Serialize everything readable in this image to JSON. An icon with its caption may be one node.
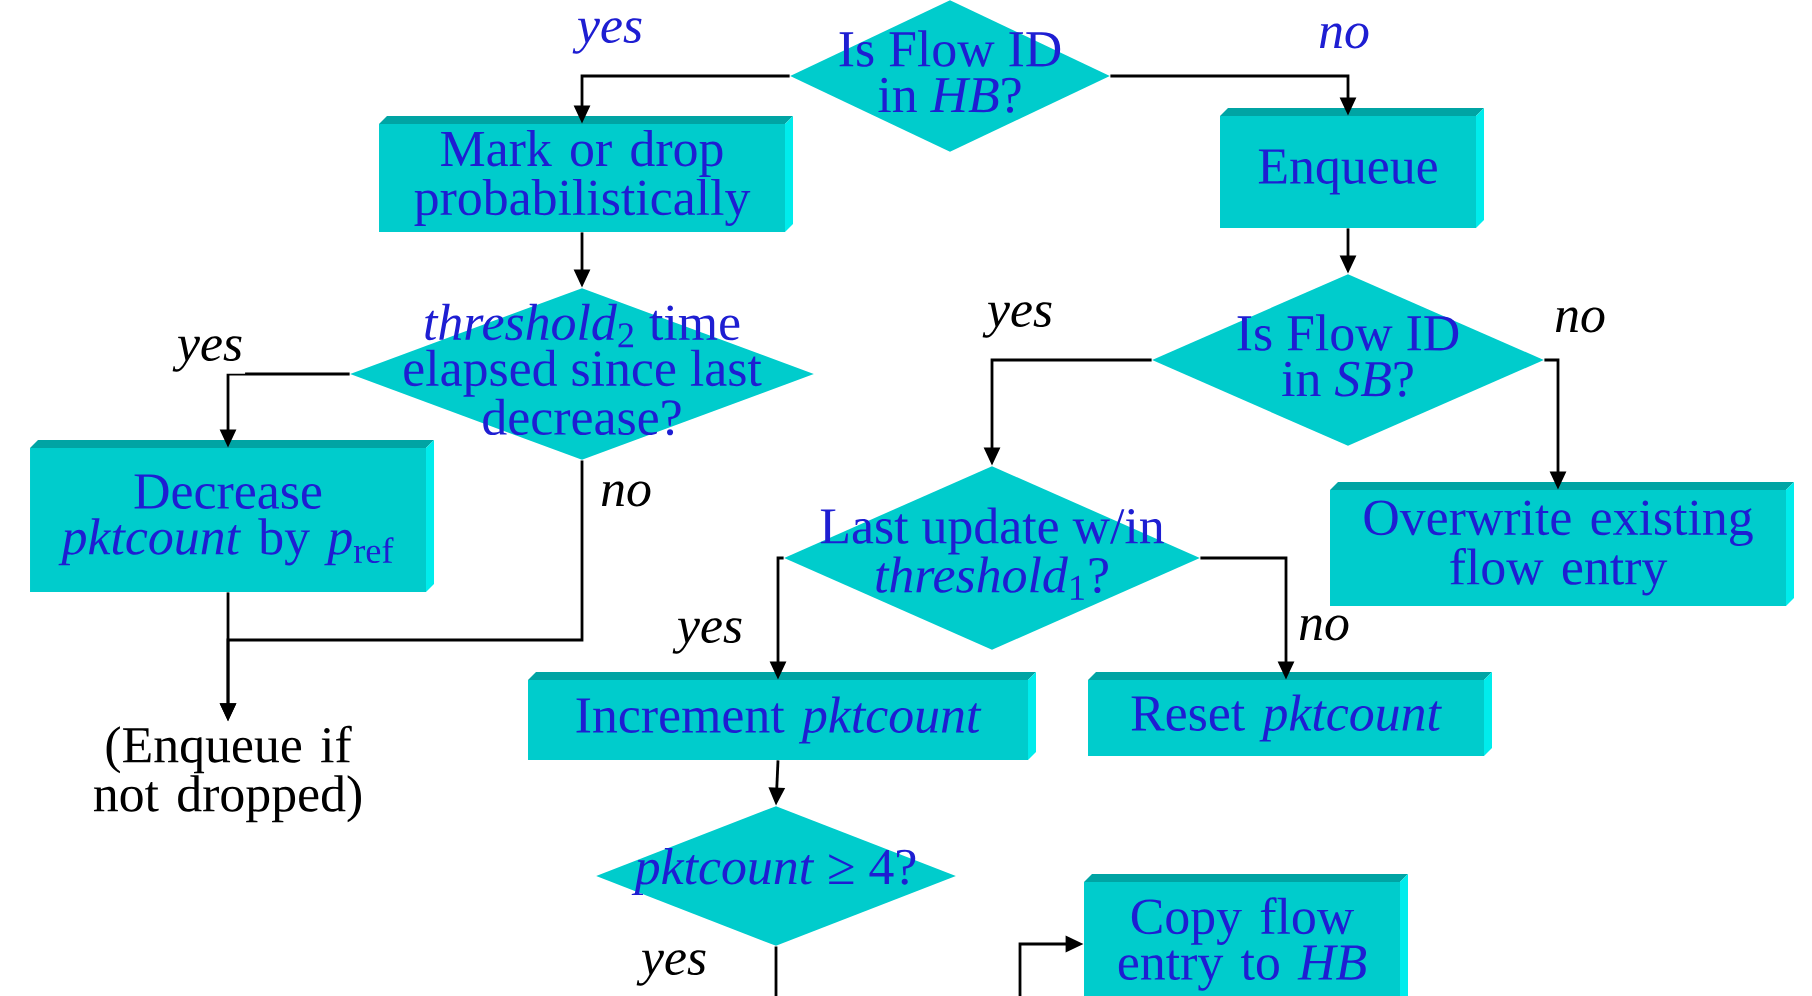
{
  "diagram": {
    "nodes": [
      {
        "text": [
          "Is Flow ID in *HB*?"
        ]
      },
      {
        "text": [
          "Mark or drop probabilistically"
        ]
      },
      {
        "text": [
          "Enqueue"
        ]
      },
      {
        "text": [
          "*threshold*$_{2}$ time elapsed since last decrease?"
        ]
      },
      {
        "text": [
          "Is Flow ID in *SB*?"
        ]
      },
      {
        "text": [
          "Decrease *pktcount* by *p*$_{ref}$"
        ]
      },
      {
        "text": [
          "Last update w/in *threshold*$_{1}$?"
        ]
      },
      {
        "text": [
          "Overwrite existing flow entry"
        ]
      },
      {
        "text": [
          "(Enqueue if not dropped)"
        ]
      },
      {
        "text": [
          "Increment *pktcount*"
        ]
      },
      {
        "text": [
          "Reset *pktcount*"
        ]
      },
      {
        "text": [
          "*pktcount* ≥ 4?"
        ]
      },
      {
        "text": [
          "Copy flow entry to *HB*"
        ]
      }
    ],
    "edges": [
      {
        "from": 0,
        "to": 1,
        "arrow": "to",
        "label": "yes"
      },
      {
        "from": 0,
        "to": 2,
        "arrow": "to",
        "label": "no"
      },
      {
        "from": 1,
        "to": 3,
        "arrow": "to"
      },
      {
        "from": 2,
        "to": 4,
        "arrow": "to"
      },
      {
        "from": 3,
        "to": 5,
        "arrow": "to",
        "label": "yes"
      },
      {
        "from": 3,
        "to": 8,
        "arrow": "to",
        "label": "no"
      },
      {
        "from": 5,
        "to": 8,
        "arrow": "to"
      },
      {
        "from": 4,
        "to": 6,
        "arrow": "to",
        "label": "yes"
      },
      {
        "from": 4,
        "to": 7,
        "arrow": "to",
        "label": "no"
      },
      {
        "from": 6,
        "to": 9,
        "arrow": "to",
        "label": "yes"
      },
      {
        "from": 6,
        "to": 10,
        "arrow": "to",
        "label": "no"
      },
      {
        "from": 9,
        "to": 11,
        "arrow": "to"
      },
      {
        "from": 11,
        "to": 12,
        "arrow": "to",
        "label": "yes"
      }
    ]
  }
}
